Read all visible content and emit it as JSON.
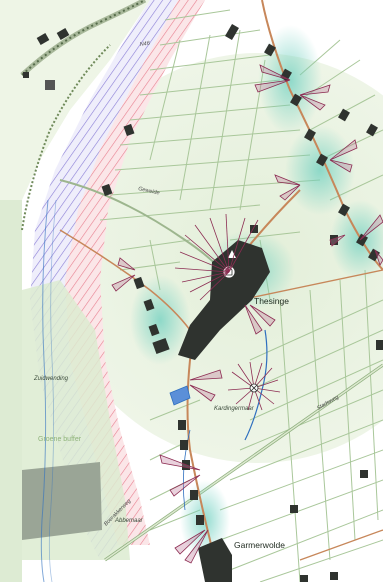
{
  "map": {
    "labels": {
      "road_n46": "N46",
      "road_geweide": "Geweide",
      "village_thesinge": "Thesinge",
      "hamlet_kardingermaar": "Kardingermaar",
      "road_stadsweg": "Stadsweg",
      "area_zuidwending": "Zuidwending",
      "zone_groene_buffer": "Groene buffer",
      "road_boerakkerweg": "Boerakkerweg",
      "hamlet_abbemaar": "Abbemaar",
      "village_garmerwolde": "Garmerwolde"
    },
    "colors": {
      "background": "#ffffff",
      "meadow": "#e9f2e2",
      "field_line": "#a9c79a",
      "buildings": "#2f332f",
      "main_road": "#c7875a",
      "water_blue": "#2e6fbf",
      "hatch_pink": "#e87f8f",
      "hatch_purple": "#8a7dd6",
      "sightline": "#8c2c52",
      "glow": "#6fd0c0"
    },
    "icons": [
      "church-icon",
      "windmill-icon"
    ]
  }
}
